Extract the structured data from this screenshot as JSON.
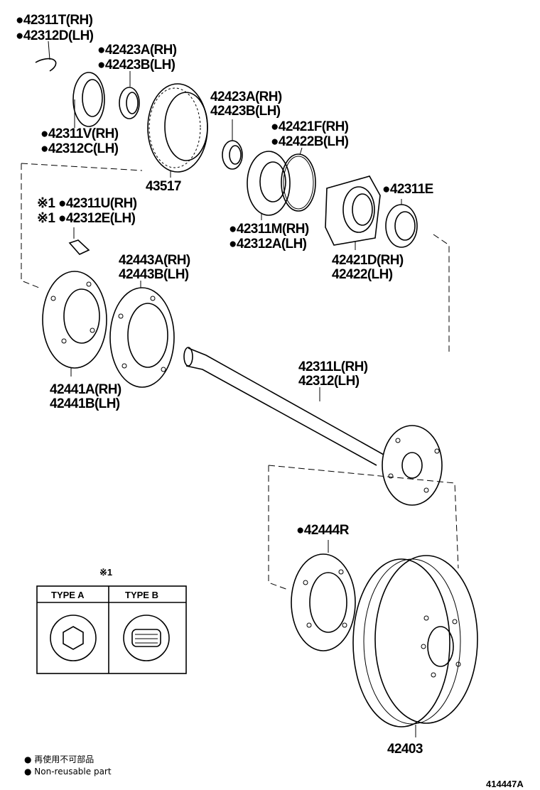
{
  "labels": {
    "a1": "●42311T(RH)",
    "a2": "●42312D(LH)",
    "b1": "●42423A(RH)",
    "b2": "●42423B(LH)",
    "c1": "42423A(RH)",
    "c2": "42423B(LH)",
    "d1": "●42421F(RH)",
    "d2": "●42422B(LH)",
    "e1": "●42311V(RH)",
    "e2": "●42312C(LH)",
    "f1": "43517",
    "g1": "●42311E",
    "h1": "※1 ●42311U(RH)",
    "h2": "※1 ●42312E(LH)",
    "i1": "●42311M(RH)",
    "i2": "●42312A(LH)",
    "j1": "42421D(RH)",
    "j2": "42422(LH)",
    "k1": "42443A(RH)",
    "k2": "42443B(LH)",
    "l1": "42441A(RH)",
    "l2": "42441B(LH)",
    "m1": "42311L(RH)",
    "m2": "42312(LH)",
    "n1": "●42444R",
    "o1": "42403"
  },
  "inset": {
    "mark": "※1",
    "type_a": "TYPE A",
    "type_b": "TYPE B"
  },
  "legend": {
    "jp": "● 再使用不可部品",
    "en": "● Non-reusable part"
  },
  "diagram_id": "414447A"
}
